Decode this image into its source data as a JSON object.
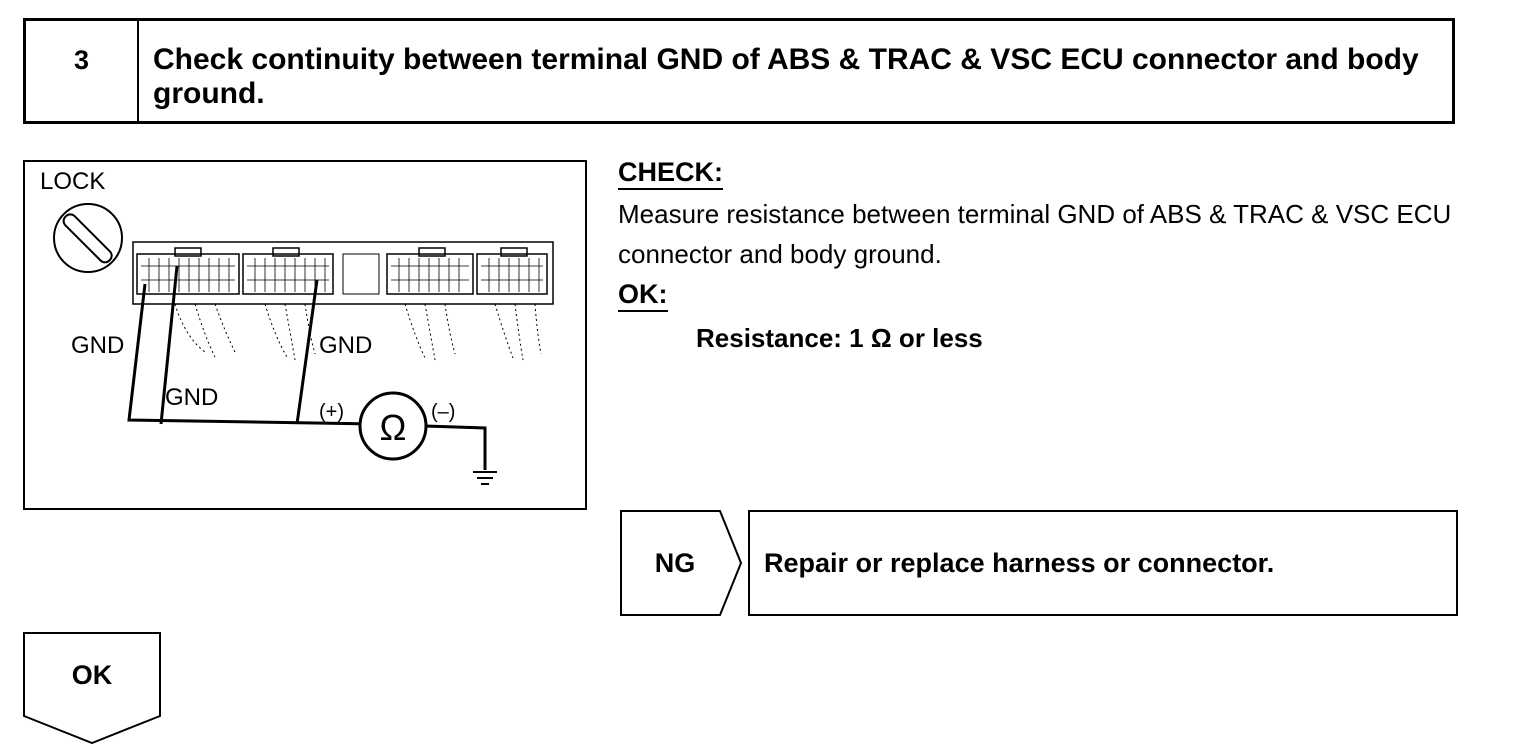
{
  "step": {
    "number": "3",
    "title": "Check continuity between terminal GND of ABS & TRAC & VSC ECU connector and body ground."
  },
  "diagram": {
    "lock_label": "LOCK",
    "gnd_labels": [
      "GND",
      "GND",
      "GND"
    ],
    "probe_plus": "(+)",
    "probe_minus": "(–)",
    "ohm_symbol": "Ω"
  },
  "check": {
    "heading": "CHECK:",
    "text": "Measure resistance between terminal GND of ABS & TRAC & VSC ECU connector and body ground.",
    "ok_heading": "OK:",
    "ok_spec": "Resistance: 1 Ω or less"
  },
  "ng": {
    "label": "NG",
    "action": "Repair or replace harness or connector."
  },
  "ok_next": {
    "label": "OK"
  }
}
